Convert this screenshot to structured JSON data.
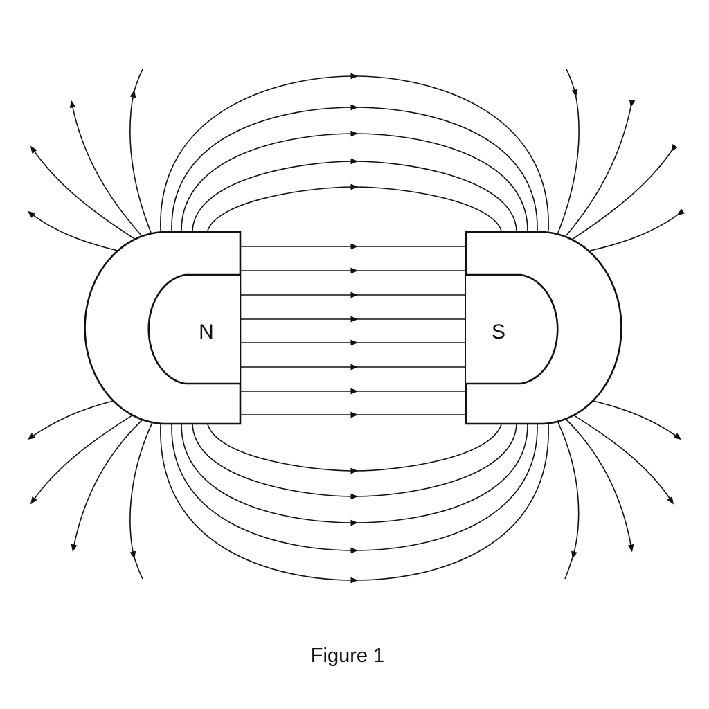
{
  "diagram": {
    "north_pole_label": "N",
    "south_pole_label": "S",
    "caption": "Figure 1"
  },
  "colors": {
    "ink": "#111111",
    "background": "#ffffff"
  }
}
